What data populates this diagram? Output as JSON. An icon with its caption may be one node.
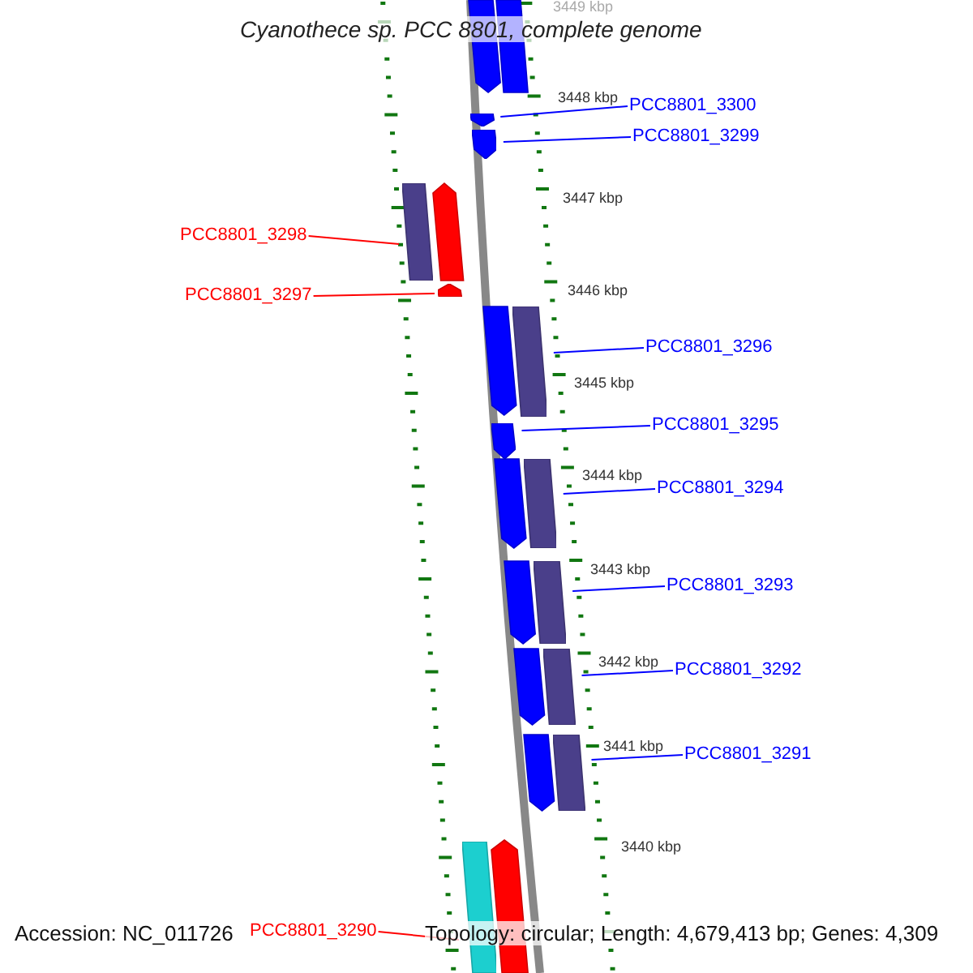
{
  "diagram": {
    "title": "Cyanothece sp. PCC 8801, complete genome",
    "nodes": [
      {
        "text": [
          "PCC8801_3300"
        ]
      },
      {
        "text": [
          "PCC8801_3299"
        ]
      },
      {
        "text": [
          "PCC8801_3298"
        ]
      },
      {
        "text": [
          "PCC8801_3297"
        ]
      },
      {
        "text": [
          "PCC8801_3296"
        ]
      },
      {
        "text": [
          "PCC8801_3295"
        ]
      },
      {
        "text": [
          "PCC8801_3294"
        ]
      },
      {
        "text": [
          "PCC8801_3293"
        ]
      },
      {
        "text": [
          "PCC8801_3292"
        ]
      },
      {
        "text": [
          "PCC8801_3291"
        ]
      },
      {
        "text": [
          "PCC8801_3290"
        ]
      },
      {
        "text": [],
        "shape": "bar"
      },
      {
        "text": [],
        "shape": "bar"
      },
      {
        "text": [],
        "shape": "bar"
      },
      {
        "text": [],
        "shape": "bar"
      },
      {
        "text": [],
        "shape": "bar"
      },
      {
        "text": [],
        "shape": "bar"
      },
      {
        "text": [],
        "shape": "bar"
      },
      {
        "text": [],
        "shape": "bar"
      },
      {
        "text": [],
        "shape": "bar"
      },
      {
        "text": [],
        "shape": "bar"
      },
      {
        "text": [],
        "shape": "bar"
      }
    ],
    "edges": [
      {
        "from": 0,
        "to": 11,
        "arrow": "none"
      },
      {
        "from": 1,
        "to": 12,
        "arrow": "none"
      },
      {
        "from": 2,
        "to": 13,
        "arrow": "none",
        "color": "#ff0000"
      },
      {
        "from": 3,
        "to": 14,
        "arrow": "none",
        "color": "#ff0000"
      },
      {
        "from": 4,
        "to": 15,
        "arrow": "none"
      },
      {
        "from": 5,
        "to": 16,
        "arrow": "none"
      },
      {
        "from": 6,
        "to": 17,
        "arrow": "none"
      },
      {
        "from": 7,
        "to": 18,
        "arrow": "none"
      },
      {
        "from": 8,
        "to": 19,
        "arrow": "none"
      },
      {
        "from": 9,
        "to": 20,
        "arrow": "none"
      },
      {
        "from": 10,
        "to": 21,
        "arrow": "none",
        "color": "#ff0000"
      }
    ],
    "labels": [
      "3449 kbp",
      "3448 kbp",
      "3447 kbp",
      "3446 kbp",
      "3445 kbp",
      "3444 kbp",
      "3443 kbp",
      "3442 kbp",
      "3441 kbp",
      "3440 kbp",
      "Accession: NC_011726",
      "Topology: circular; Length: 4,679,413 bp; Genes: 4,309"
    ]
  }
}
